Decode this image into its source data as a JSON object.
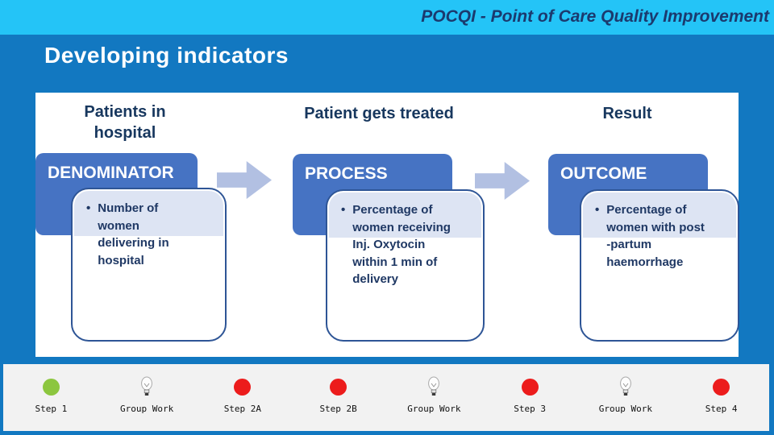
{
  "slide": {
    "brand": "POCQI - Point of Care Quality Improvement",
    "title": "Developing indicators"
  },
  "columns": [
    {
      "heading": "Patients in hospital",
      "stage": "DENOMINATOR",
      "bullet": "Number of women delivering in hospital"
    },
    {
      "heading": "Patient gets treated",
      "stage": "PROCESS",
      "bullet": "Percentage of women receiving Inj. Oxytocin within 1 min of delivery"
    },
    {
      "heading": "Result",
      "stage": "OUTCOME",
      "bullet": "Percentage of women with post -partum haemorrhage"
    }
  ],
  "glyphs": {
    "bullet": "•"
  },
  "footer": {
    "steps": [
      {
        "label": "Step 1",
        "icon": "green-circle"
      },
      {
        "label": "Group Work",
        "icon": "lightbulb-icon"
      },
      {
        "label": "Step 2A",
        "icon": "red-circle"
      },
      {
        "label": "Step 2B",
        "icon": "red-circle"
      },
      {
        "label": "Group Work",
        "icon": "lightbulb-icon"
      },
      {
        "label": "Step 3",
        "icon": "red-circle"
      },
      {
        "label": "Group Work",
        "icon": "lightbulb-icon"
      },
      {
        "label": "Step 4",
        "icon": "red-circle"
      }
    ]
  },
  "colors": {
    "top_strip": "#24c4f7",
    "background": "#1278c1",
    "brand_text": "#1b3a6e",
    "heading_text": "#17375e",
    "stage_box": "#4673c3",
    "card_border": "#2e5596",
    "card_band": "#dde4f3",
    "bullet_text": "#1f3864",
    "arrow": "#b2c0e2",
    "footer_bg": "#f2f2f2",
    "step_green": "#8cc63f",
    "step_red": "#ec1c1c"
  }
}
